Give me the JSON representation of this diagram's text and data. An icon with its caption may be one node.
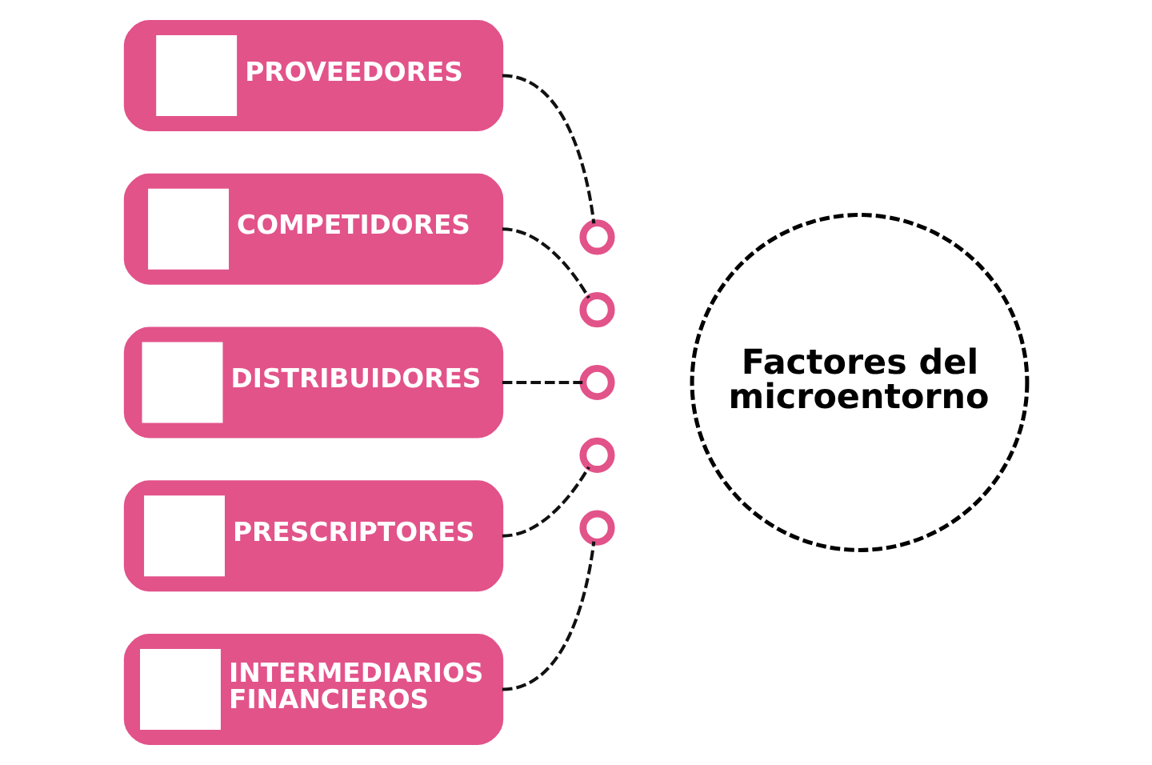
{
  "diagram": {
    "nodes": [
      {
        "text": [
          "PROVEEDORES"
        ]
      },
      {
        "text": [
          "COMPETIDORES"
        ]
      },
      {
        "text": [
          "DISTRIBUIDORES"
        ]
      },
      {
        "text": [
          "PRESCRIPTORES"
        ]
      },
      {
        "text": [
          "INTERMEDIARIOS FINANCIEROS"
        ]
      },
      {
        "text": [],
        "shape": "circle"
      },
      {
        "text": [],
        "shape": "circle"
      },
      {
        "text": [],
        "shape": "circle"
      },
      {
        "text": [],
        "shape": "circle"
      },
      {
        "text": [],
        "shape": "circle"
      },
      {
        "text": [
          "Factores del microentorno"
        ]
      }
    ],
    "edges": [
      {
        "from": 0,
        "to": 5,
        "arrow": "none",
        "style": "dashed"
      },
      {
        "from": 1,
        "to": 6,
        "arrow": "none",
        "style": "dashed"
      },
      {
        "from": 2,
        "to": 7,
        "arrow": "none",
        "style": "dashed"
      },
      {
        "from": 3,
        "to": 8,
        "arrow": "none",
        "style": "dashed"
      },
      {
        "from": 4,
        "to": 9,
        "arrow": "none",
        "style": "dashed"
      }
    ]
  }
}
